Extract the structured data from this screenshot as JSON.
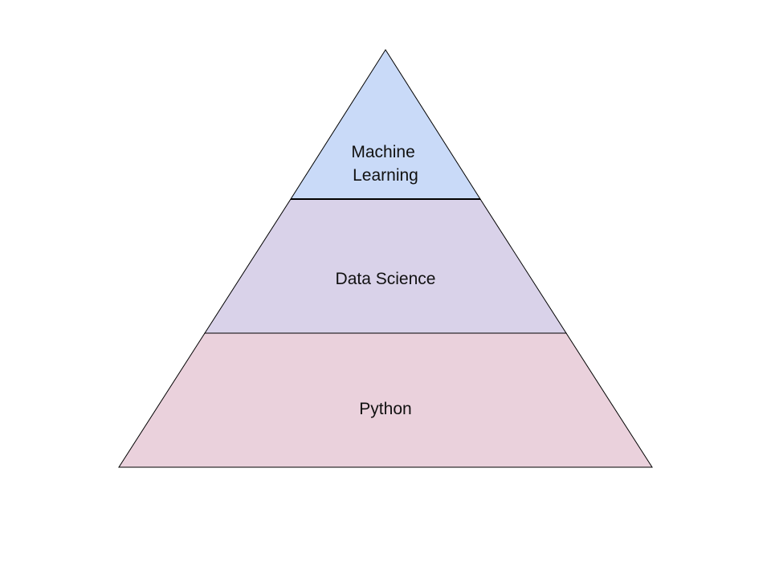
{
  "diagram": {
    "type": "pyramid",
    "tiers": [
      {
        "id": "top",
        "label_lines": [
          "Machine",
          "Learning"
        ],
        "fill": "#c9daf8"
      },
      {
        "id": "middle",
        "label_lines": [
          "Data Science"
        ],
        "fill": "#d9d2e9"
      },
      {
        "id": "bottom",
        "label_lines": [
          "Python"
        ],
        "fill": "#ead1dc"
      }
    ],
    "outline_color": "#000000"
  }
}
